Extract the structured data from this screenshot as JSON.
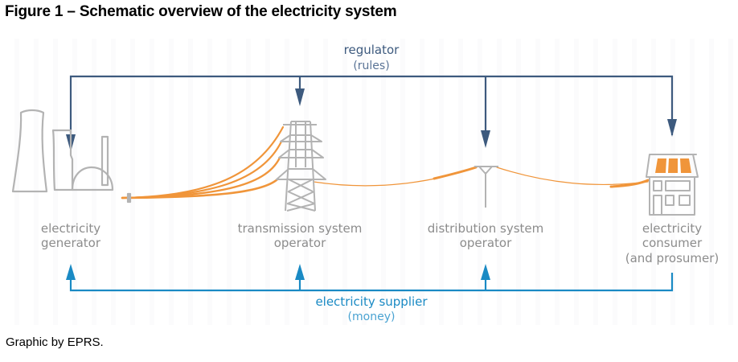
{
  "figure": {
    "title": "Figure 1 – Schematic overview of the electricity system",
    "caption": "Graphic by EPRS."
  },
  "colors": {
    "regulator_flow": "#3d5a7e",
    "supplier_flow": "#1a8ac4",
    "power_line": "#f0953a",
    "infrastructure": "#b3b3b3",
    "label_text": "#8c8c8c",
    "solar_panel": "#f0953a"
  },
  "regulator": {
    "label": "regulator",
    "sublabel": "(rules)",
    "flow_direction": "down"
  },
  "supplier": {
    "label": "electricity supplier",
    "sublabel": "(money)",
    "flow_direction": "up"
  },
  "actors": [
    {
      "id": "generator",
      "icon": "power-plant-icon",
      "lines": [
        "electricity",
        "generator"
      ]
    },
    {
      "id": "tso",
      "icon": "transmission-tower-icon",
      "lines": [
        "transmission system",
        "operator"
      ]
    },
    {
      "id": "dso",
      "icon": "distribution-pole-icon",
      "lines": [
        "distribution system",
        "operator"
      ]
    },
    {
      "id": "consumer",
      "icon": "house-with-solar-panels-icon",
      "lines": [
        "electricity",
        "consumer",
        "(and prosumer)"
      ]
    }
  ]
}
